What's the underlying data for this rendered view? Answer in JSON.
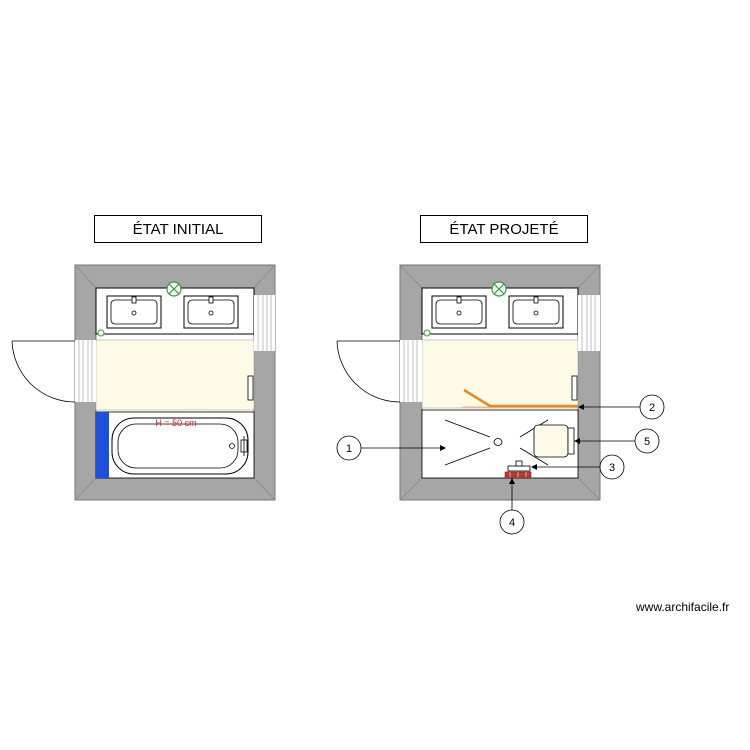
{
  "titles": {
    "initial": "ÉTAT INITIAL",
    "projete": "ÉTAT PROJETÉ"
  },
  "plan_initial": {
    "bathtub_label": "H = 50 cm"
  },
  "plan_projete": {
    "callouts": [
      "1",
      "2",
      "3",
      "4",
      "5"
    ]
  },
  "watermark": "www.archifacile.fr",
  "colors": {
    "wall": "#a6a6a6",
    "floor_zone": "#fdfbe6",
    "tub_wall_accent": "#1f4ed8",
    "orange_rail": "#e88a1a",
    "red_fixture": "#c0392b",
    "light_fixture": "#2e9e3a",
    "dimension_text": "#e02020"
  }
}
